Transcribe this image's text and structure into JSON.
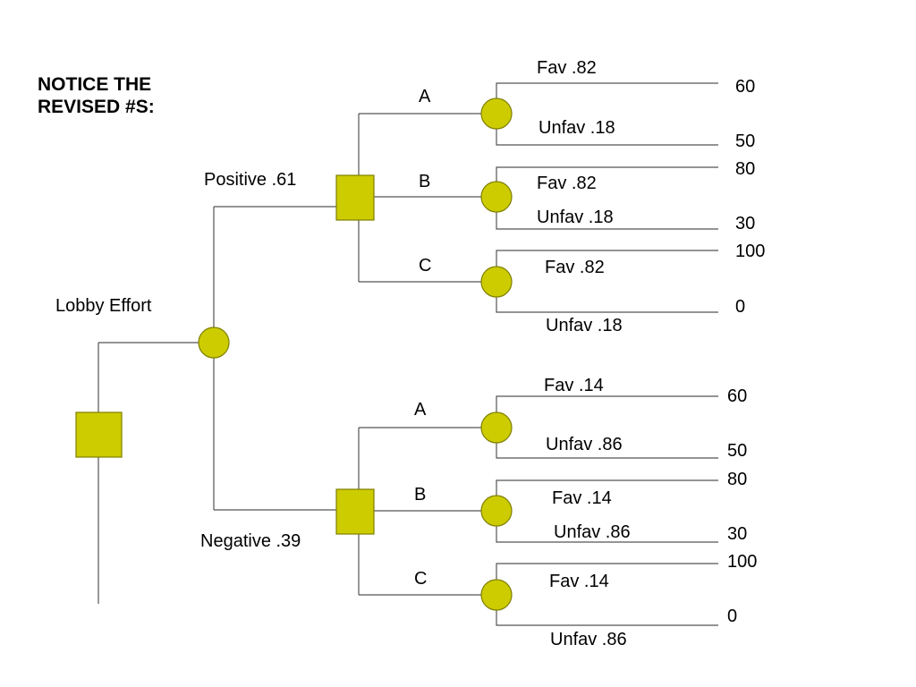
{
  "note": {
    "line1": "NOTICE THE",
    "line2": "REVISED #S:"
  },
  "colors": {
    "node_fill": "#cccc00",
    "line": "#555555"
  },
  "root": {
    "label": "Lobby Effort"
  },
  "outcomes": {
    "positive": {
      "label": "Positive .61",
      "options": [
        {
          "name": "A",
          "fav": "Fav .82",
          "unfav": "Unfav .18",
          "fav_payoff": "60",
          "unfav_payoff": "50"
        },
        {
          "name": "B",
          "fav": "Fav .82",
          "unfav": "Unfav .18",
          "fav_payoff": "80",
          "unfav_payoff": "30"
        },
        {
          "name": "C",
          "fav": "Fav .82",
          "unfav": "Unfav .18",
          "fav_payoff": "100",
          "unfav_payoff": "0"
        }
      ]
    },
    "negative": {
      "label": "Negative .39",
      "options": [
        {
          "name": "A",
          "fav": "Fav .14",
          "unfav": "Unfav .86",
          "fav_payoff": "60",
          "unfav_payoff": "50"
        },
        {
          "name": "B",
          "fav": "Fav .14",
          "unfav": "Unfav .86",
          "fav_payoff": "80",
          "unfav_payoff": "30"
        },
        {
          "name": "C",
          "fav": "Fav .14",
          "unfav": "Unfav .86",
          "fav_payoff": "100",
          "unfav_payoff": "0"
        }
      ]
    }
  }
}
